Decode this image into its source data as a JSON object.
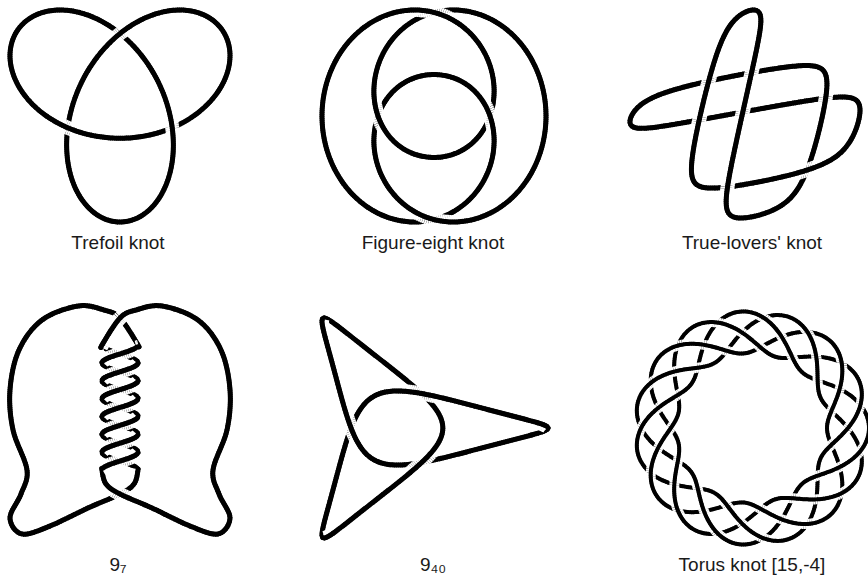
{
  "diagram": {
    "labels": [
      "Trefoil knot",
      "Figure-eight knot",
      "True-lovers' knot",
      "9₇",
      "9₄₀",
      "Torus knot [15,-4]"
    ]
  }
}
